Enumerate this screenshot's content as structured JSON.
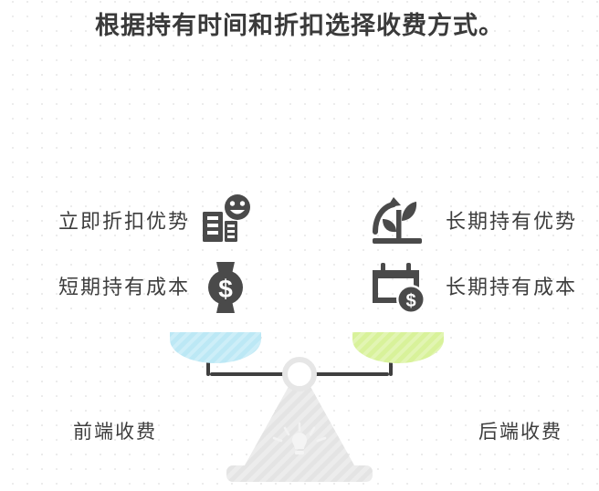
{
  "title": "根据持有时间和折扣选择收费方式。",
  "colors": {
    "text": "#3d3d3d",
    "title_text": "#3a3a3a",
    "icon": "#4a4a4a",
    "pan_left": "#bce8f5",
    "pan_right": "#d8f29a",
    "beam": "#3f3f3f",
    "base": "#ececec",
    "pivot_ring": "#e6e6e6",
    "dot_grid": "#ececec",
    "background": "#ffffff"
  },
  "left_side": {
    "rows": [
      {
        "label": "立即折扣优势",
        "icon": "building-smiley-icon"
      },
      {
        "label": "短期持有成本",
        "icon": "watch-dollar-icon"
      }
    ],
    "foot_label": "前端收费"
  },
  "right_side": {
    "rows": [
      {
        "label": "长期持有优势",
        "icon": "plant-growth-arrow-icon"
      },
      {
        "label": "长期持有成本",
        "icon": "calendar-dollar-icon"
      }
    ],
    "foot_label": "后端收费"
  },
  "scale": {
    "pivot_icon": "balance-pivot-ring",
    "base_icon": "balance-base-lightbulb",
    "left_pan_icon": "balance-pan-left",
    "right_pan_icon": "balance-pan-right"
  }
}
